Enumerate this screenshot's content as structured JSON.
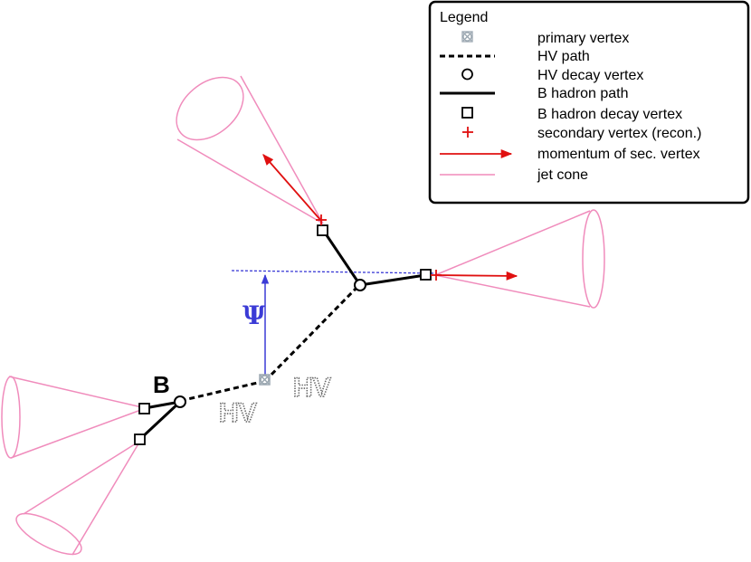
{
  "diagram": {
    "labels": {
      "b_hadron": "B",
      "angle": "Ψ",
      "hv_left": "HV",
      "hv_right": "HV"
    },
    "colors": {
      "jet_cone": "#f08cbc",
      "momentum": "#e01010",
      "angle_marker": "#3b3bd6",
      "paths": "#000000",
      "primary_vertex": "#9aa6b0"
    }
  },
  "legend": {
    "title": "Legend",
    "items": [
      {
        "label": "primary vertex",
        "icon": "primary-vertex-icon"
      },
      {
        "label": "HV path",
        "icon": "dashed-line-icon"
      },
      {
        "label": "HV decay vertex",
        "icon": "circle-icon"
      },
      {
        "label": "B hadron path",
        "icon": "solid-line-icon"
      },
      {
        "label": "B hadron decay vertex",
        "icon": "square-icon"
      },
      {
        "label": "secondary vertex (recon.)",
        "icon": "red-plus-icon"
      },
      {
        "label": "momentum of sec. vertex",
        "icon": "red-arrow-icon"
      },
      {
        "label": "jet cone",
        "icon": "pink-line-icon"
      }
    ]
  }
}
